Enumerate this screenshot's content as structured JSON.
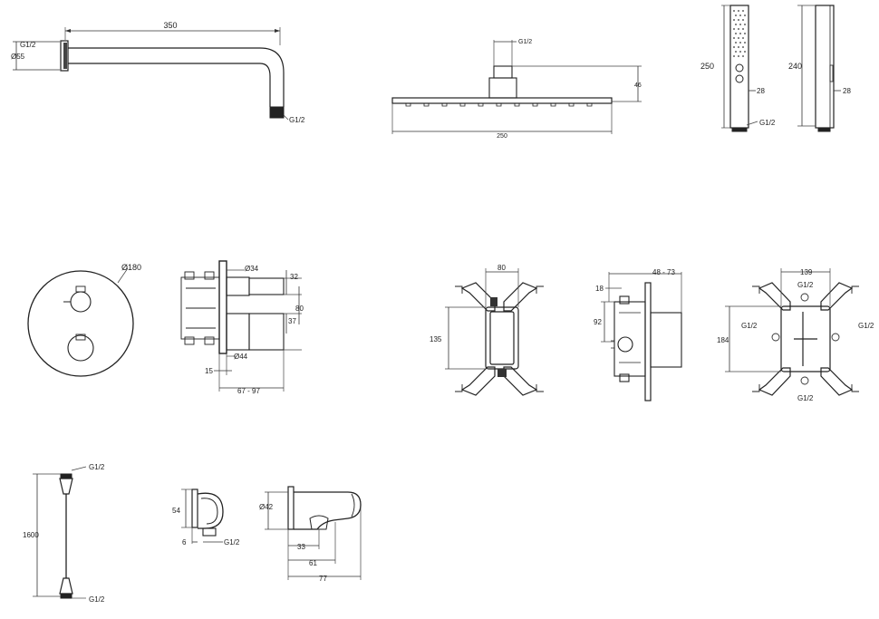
{
  "arm": {
    "length": "350",
    "diameter": "Ø55",
    "thread_top": "G1/2",
    "thread_bottom": "G1/2"
  },
  "head": {
    "thread": "G1/2",
    "height": "46",
    "width": "250"
  },
  "hand_front": {
    "height": "250",
    "width": "28",
    "thread": "G1/2"
  },
  "hand_side": {
    "height": "240",
    "width": "28"
  },
  "plate": {
    "diameter": "Ø180"
  },
  "valve": {
    "d34": "Ø34",
    "d32": "32",
    "d80": "80",
    "d37": "37",
    "d44": "Ø44",
    "d15": "15",
    "depth": "67 - 97"
  },
  "box_front": {
    "width": "80",
    "height": "135"
  },
  "box_side": {
    "depth": "48 - 73",
    "d18": "18",
    "d92": "92"
  },
  "box_back": {
    "width": "139",
    "height": "184",
    "g_top": "G1/2",
    "g_left": "G1/2",
    "g_right": "G1/2",
    "g_bottom": "G1/2"
  },
  "hose": {
    "thread_top": "G1/2",
    "length": "1600",
    "thread_bottom": "G1/2"
  },
  "elbow": {
    "height": "54",
    "d6": "6",
    "thread": "G1/2"
  },
  "holder": {
    "diameter": "Ø42",
    "d33": "33",
    "d61": "61",
    "d77": "77"
  }
}
